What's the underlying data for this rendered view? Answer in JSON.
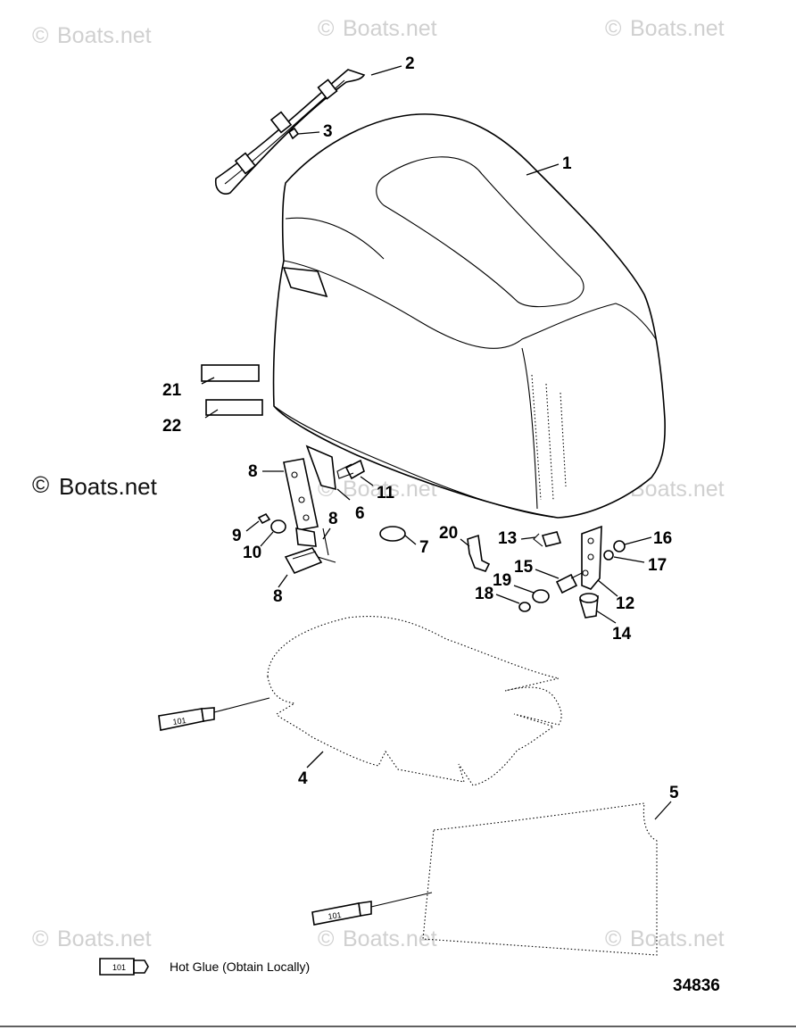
{
  "watermark": {
    "text": "Boats.net",
    "symbol": "©",
    "color": "#d0d0d0"
  },
  "callouts": [
    "1",
    "2",
    "3",
    "4",
    "5",
    "6",
    "7",
    "8",
    "8",
    "8",
    "9",
    "10",
    "11",
    "12",
    "13",
    "14",
    "15",
    "16",
    "17",
    "18",
    "19",
    "20",
    "21",
    "22"
  ],
  "sealant": {
    "code": "101",
    "legend_text": "Hot Glue (Obtain Locally)"
  },
  "document_number": "34836"
}
